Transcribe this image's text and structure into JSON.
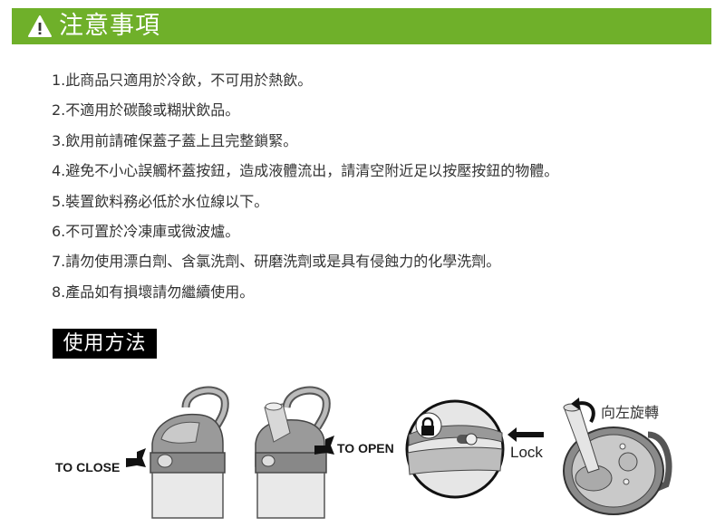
{
  "header": {
    "title": "注意事項",
    "icon": "warning-triangle-icon",
    "bg_color": "#6fb02a"
  },
  "notes": [
    "1.此商品只適用於冷飲，不可用於熱飲。",
    "2.不適用於碳酸或糊狀飲品。",
    "3.飲用前請確保蓋子蓋上且完整鎖緊。",
    "4.避免不小心誤觸杯蓋按鈕，造成液體流出，請清空附近足以按壓按鈕的物體。",
    "5.裝置飲料務必低於水位線以下。",
    "6.不可置於冷凍庫或微波爐。",
    "7.請勿使用漂白劑、含氯洗劑、研磨洗劑或是具有侵蝕力的化學洗劑。",
    "8.產品如有損壞請勿繼續使用。"
  ],
  "usage": {
    "title": "使用方法",
    "steps": [
      {
        "caption": "TO CLOSE",
        "icon": "arrow-right-icon"
      },
      {
        "caption": "TO OPEN",
        "icon": "arrow-right-icon"
      },
      {
        "caption": "Lock",
        "icon": "lock-icon"
      },
      {
        "caption": "向左旋轉",
        "icon": "rotate-left-icon"
      }
    ]
  }
}
